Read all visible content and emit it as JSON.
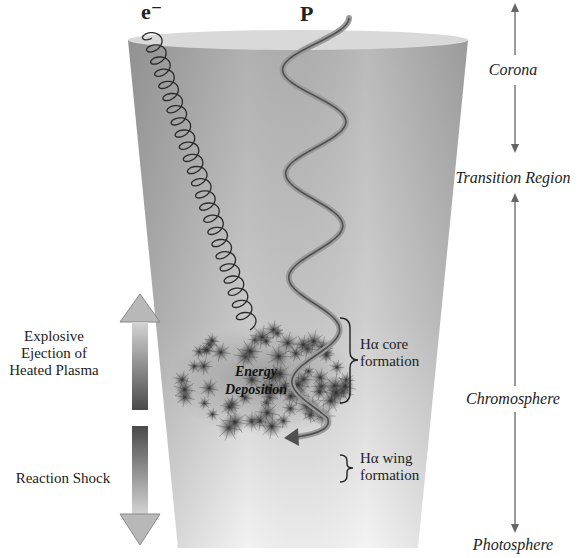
{
  "diagram": {
    "nodes": [
      {
        "text": [
          "Energy Deposition"
        ]
      }
    ],
    "labels": [
      "e⁻",
      "P",
      "Explosive Ejection of Heated Plasma",
      "Reaction Shock",
      "Hα core formation",
      "Hα wing formation",
      "Corona",
      "Transition Region",
      "Chromosphere",
      "Photosphere"
    ]
  }
}
